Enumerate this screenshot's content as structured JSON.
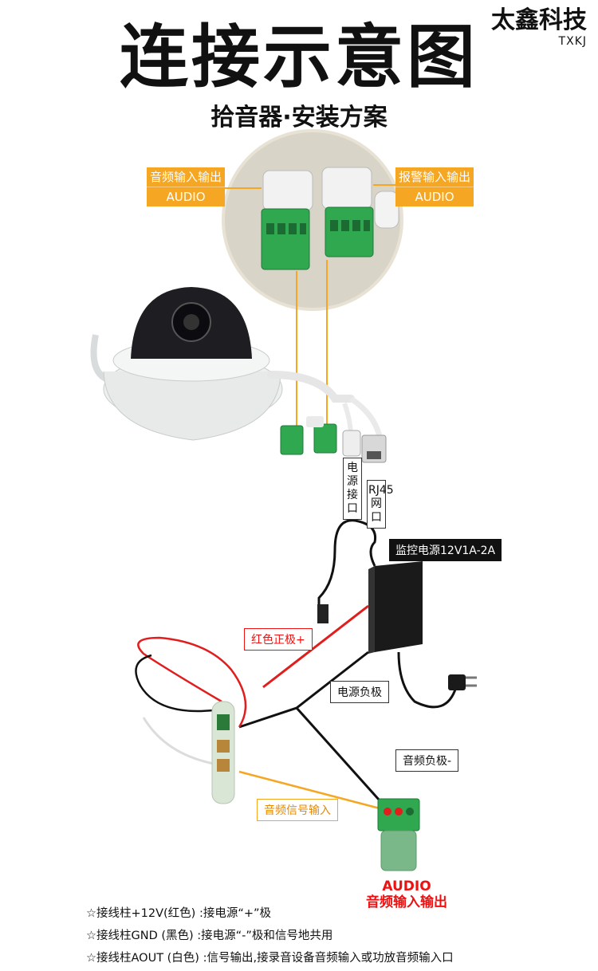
{
  "header": {
    "title": "连接示意图",
    "subtitle": "拾音器·安装方案",
    "brand_cn": "太鑫科技",
    "brand_en": "TXKJ"
  },
  "callouts": {
    "left_cn": "音频输入输出",
    "left_en": "AUDIO",
    "right_cn": "报警输入输出",
    "right_en": "AUDIO"
  },
  "ports": {
    "power_port": "电源接口",
    "rj45": "RJ45网口"
  },
  "wiring": {
    "psu": "监控电源12V1A-2A",
    "red_positive": "红色正极+",
    "power_negative": "电源负极",
    "audio_negative": "音频负极-",
    "audio_signal_in": "音频信号输入",
    "audio_out_en": "AUDIO",
    "audio_out_cn": "音频输入输出"
  },
  "notes": [
    "☆接线柱+12V(红色) :接电源“+”极",
    "☆接线柱GND (黑色) :接电源“-”极和信号地共用",
    "☆接线柱AOUT (白色) :信号输出,接录音设备音频输入或功放音频输入口"
  ],
  "colors": {
    "accent_orange": "#f5a623",
    "terminal_green": "#2fa84f",
    "wire_red": "#e11d1d",
    "camera_white": "#eef0f0"
  }
}
